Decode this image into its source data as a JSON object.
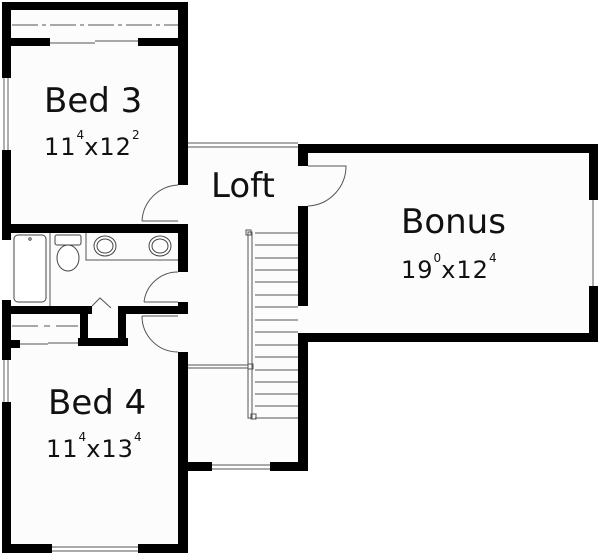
{
  "plan": {
    "type": "second floor plan",
    "rooms": [
      {
        "id": "bed3",
        "name": "Bed 3",
        "dim_w_ft": "11",
        "dim_w_in": "4",
        "sep": "x",
        "dim_l_ft": "12",
        "dim_l_in": "2"
      },
      {
        "id": "loft",
        "name": "Loft"
      },
      {
        "id": "bonus",
        "name": "Bonus",
        "dim_w_ft": "19",
        "dim_w_in": "0",
        "sep": "x",
        "dim_l_ft": "12",
        "dim_l_in": "4"
      },
      {
        "id": "bed4",
        "name": "Bed 4",
        "dim_w_ft": "11",
        "dim_w_in": "4",
        "sep": "x",
        "dim_l_ft": "13",
        "dim_l_in": "4"
      }
    ],
    "fixtures": [
      "bathtub",
      "toilet",
      "double-sink-vanity",
      "linen-closet",
      "staircase",
      "closets"
    ],
    "colors": {
      "wall": "#000000",
      "floor": "#fcfcfc",
      "line": "#555555"
    }
  }
}
